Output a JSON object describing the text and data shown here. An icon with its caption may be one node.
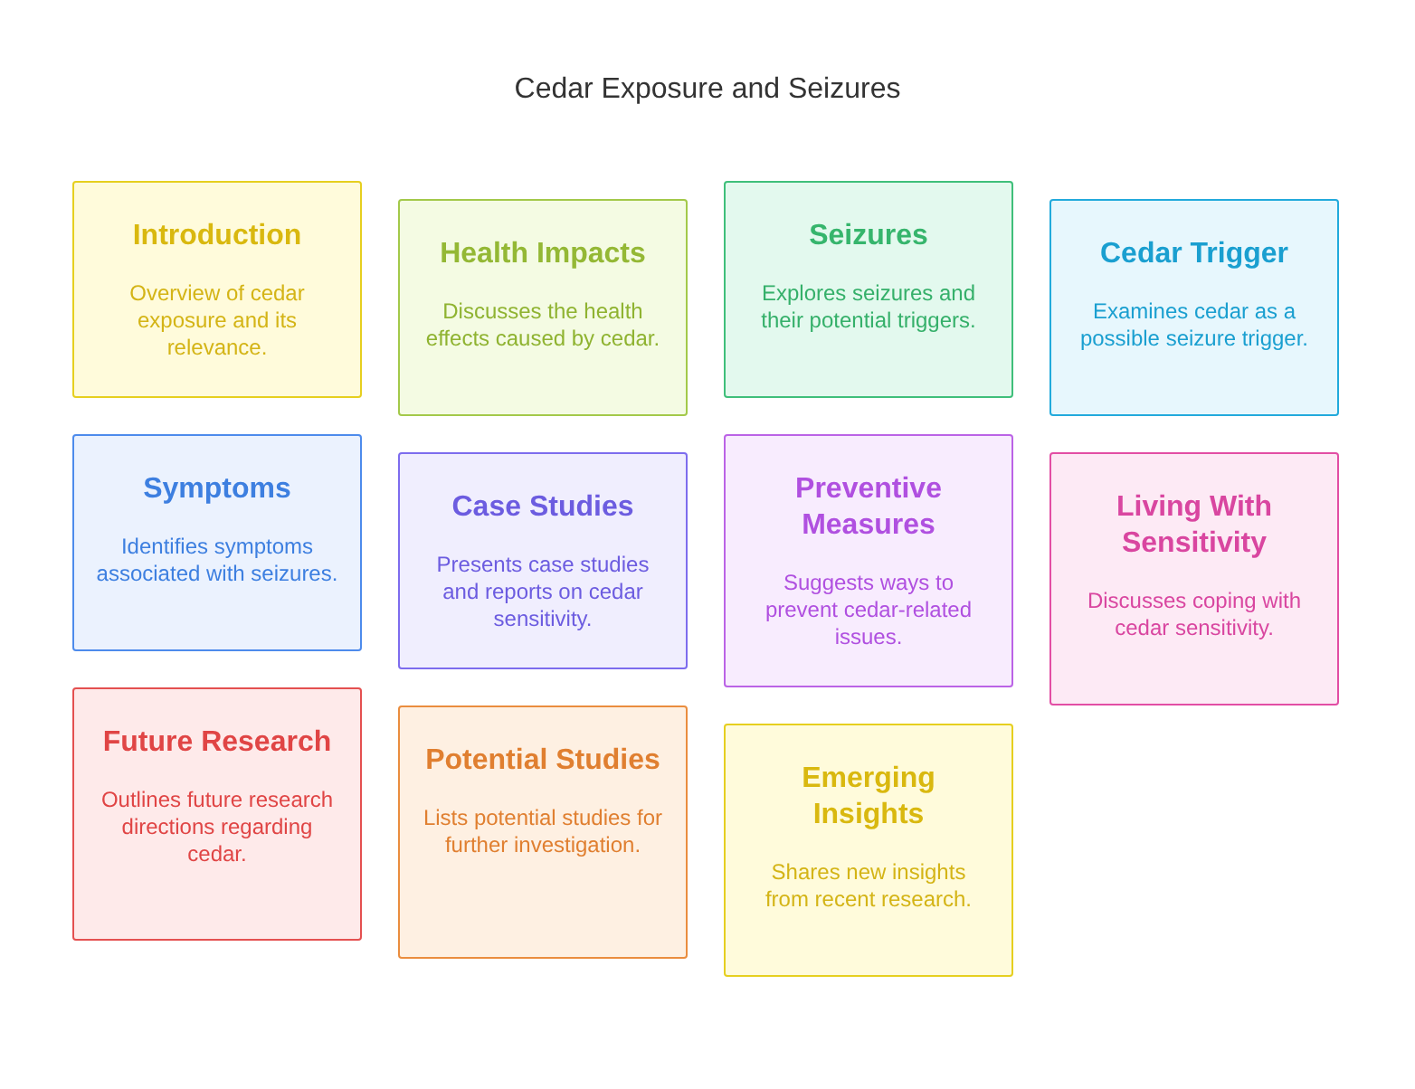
{
  "diagram": {
    "title": "Cedar Exposure and Seizures",
    "nodes": [
      {
        "text": [
          "Introduction",
          "Overview of cedar exposure and its relevance."
        ]
      },
      {
        "text": [
          "Health Impacts",
          "Discusses the health effects caused by cedar."
        ]
      },
      {
        "text": [
          "Seizures",
          "Explores seizures and their potential triggers."
        ]
      },
      {
        "text": [
          "Cedar Trigger",
          "Examines cedar as a possible seizure trigger."
        ]
      },
      {
        "text": [
          "Symptoms",
          "Identifies symptoms associated with seizures."
        ]
      },
      {
        "text": [
          "Case Studies",
          "Presents case studies and reports on cedar sensitivity."
        ]
      },
      {
        "text": [
          "Preventive Measures",
          "Suggests ways to prevent cedar-related issues."
        ]
      },
      {
        "text": [
          "Living With Sensitivity",
          "Discusses coping with cedar sensitivity."
        ]
      },
      {
        "text": [
          "Future Research",
          "Outlines future research directions regarding cedar."
        ]
      },
      {
        "text": [
          "Potential Studies",
          "Lists potential studies for further investigation."
        ]
      },
      {
        "text": [
          "Emerging Insights",
          "Shares new insights from recent research."
        ]
      }
    ],
    "edges": []
  }
}
